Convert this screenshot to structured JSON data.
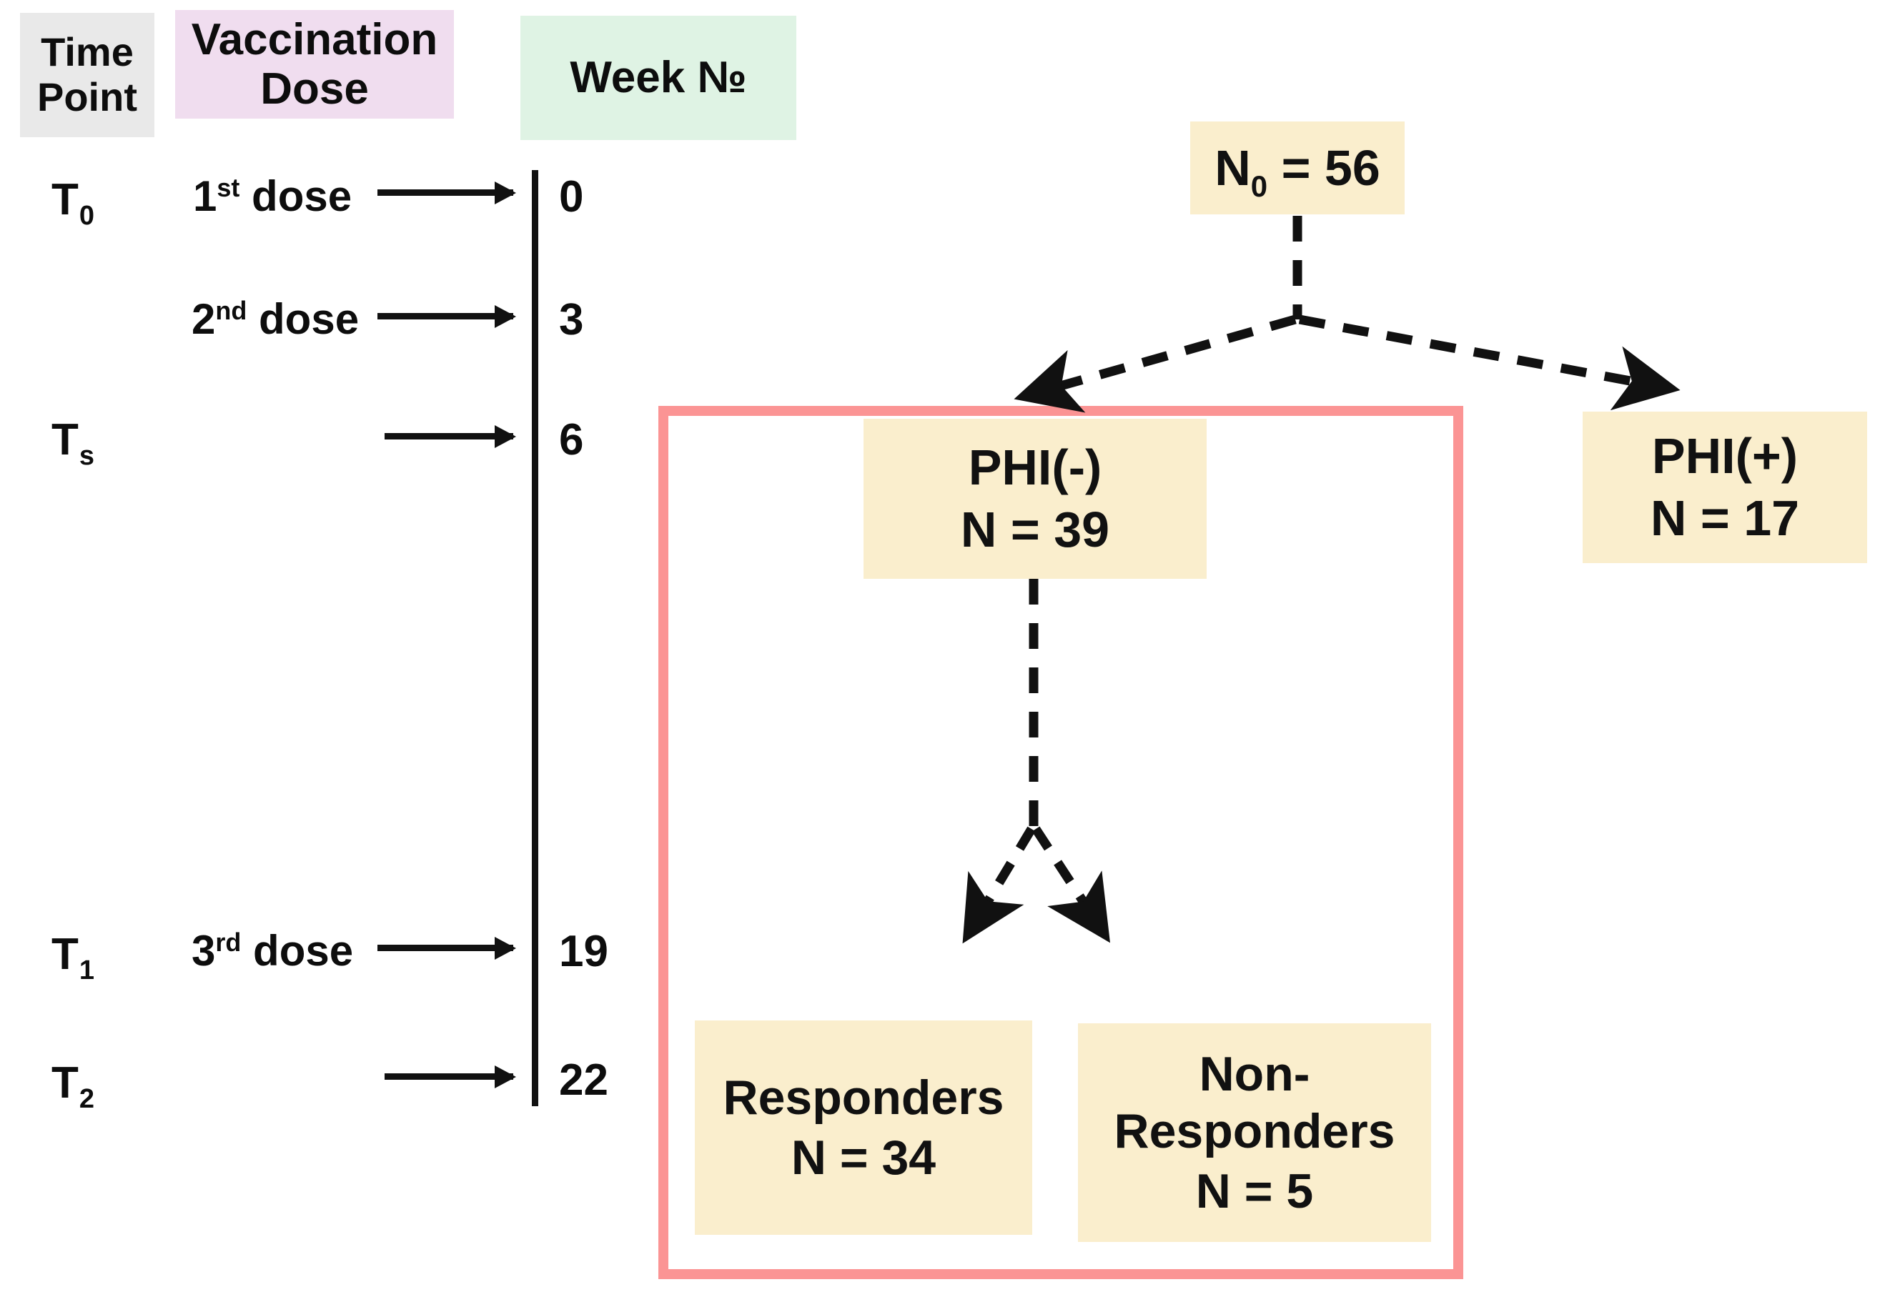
{
  "header": {
    "columns": [
      {
        "id": "time-point",
        "label_line1": "Time",
        "label_line2": "Point",
        "bg": "#e9e9e9"
      },
      {
        "id": "vaccination-dose",
        "label_line1": "Vaccination",
        "label_line2": "Dose",
        "bg": "#f0ddef"
      },
      {
        "id": "week-no",
        "label_line1": "Week №",
        "label_line2": "",
        "bg": "#dff3e4"
      }
    ]
  },
  "timeline": {
    "rows": [
      {
        "time_point": "T",
        "time_point_sub": "0",
        "dose": "1",
        "dose_sup": "st",
        "dose_word": " dose",
        "week": "0"
      },
      {
        "time_point": "",
        "time_point_sub": "",
        "dose": "2",
        "dose_sup": "nd",
        "dose_word": " dose",
        "week": "3"
      },
      {
        "time_point": "T",
        "time_point_sub": "s",
        "dose": "",
        "dose_sup": "",
        "dose_word": "",
        "week": "6"
      },
      {
        "time_point": "T",
        "time_point_sub": "1",
        "dose": "3",
        "dose_sup": "rd",
        "dose_word": " dose",
        "week": "19"
      },
      {
        "time_point": "T",
        "time_point_sub": "2",
        "dose": "",
        "dose_sup": "",
        "dose_word": "",
        "week": "22"
      }
    ]
  },
  "flowchart": {
    "root": {
      "label": "N",
      "label_sub": "0",
      "label_tail": " = 56",
      "value": 56
    },
    "phi_negative": {
      "line1": "PHI(-)",
      "line2": "N = 39",
      "value": 39
    },
    "phi_positive": {
      "line1": "PHI(+)",
      "line2": "N = 17",
      "value": 17
    },
    "responders": {
      "line1": "Responders",
      "line2": "N = 34",
      "value": 34
    },
    "non_responders": {
      "line1": "Non-",
      "line1b": "Responders",
      "line2": "N = 5",
      "value": 5
    }
  },
  "colors": {
    "node_bg": "#faeecd",
    "highlight_border": "#fb9494",
    "time_chip": "#e9e9e9",
    "dose_chip": "#f0ddef",
    "week_chip": "#dff3e4",
    "ink": "#111111"
  }
}
